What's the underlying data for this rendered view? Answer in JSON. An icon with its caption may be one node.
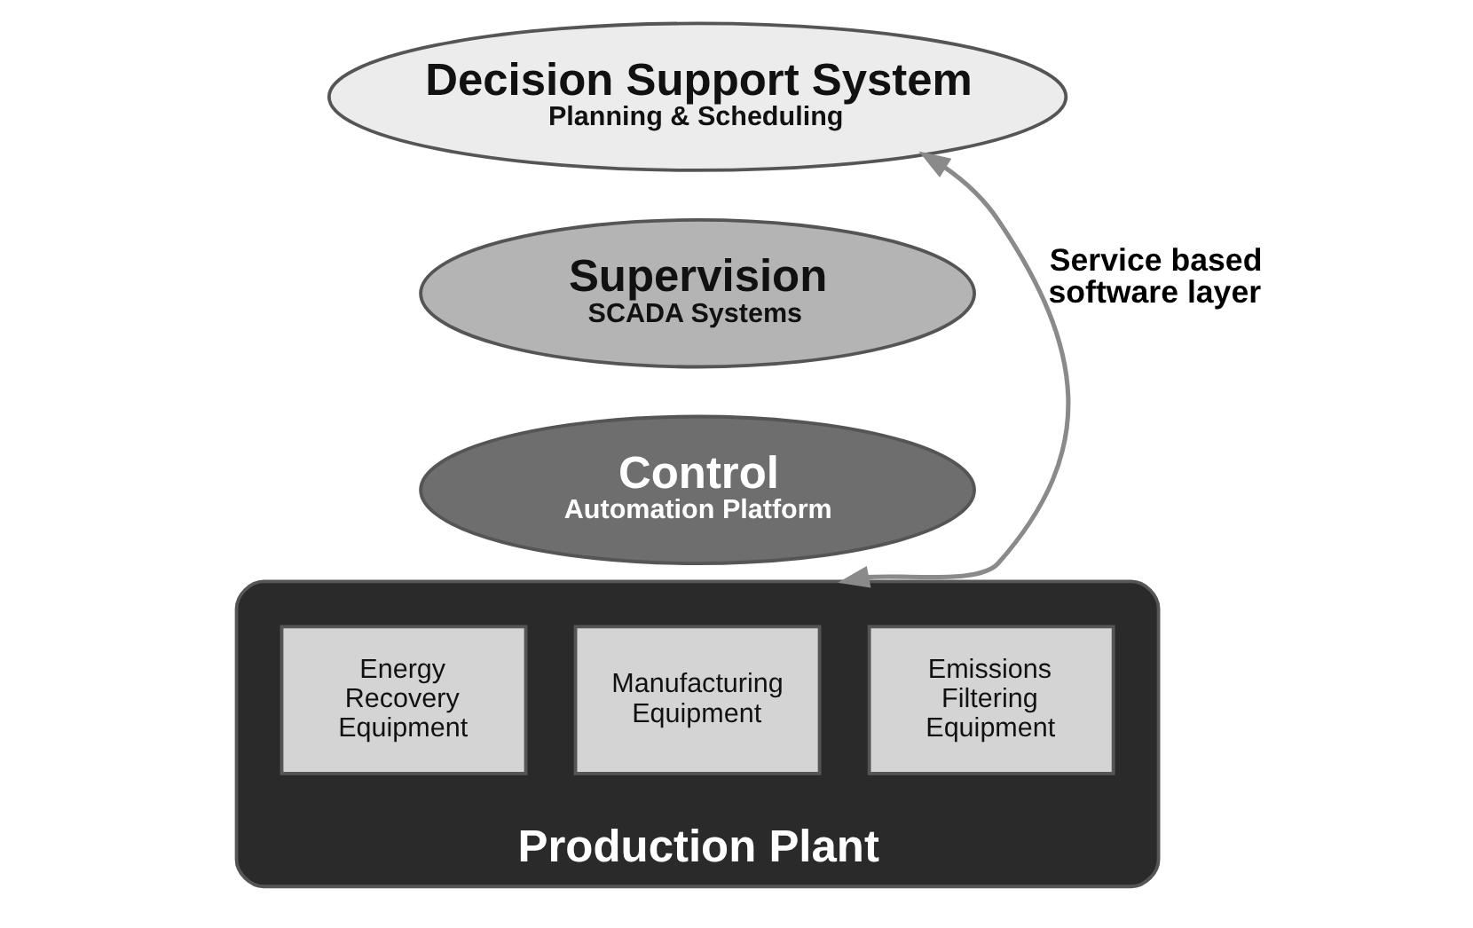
{
  "diagram": {
    "nodes": [
      {
        "text": [
          "Decision Support System",
          "Planning & Scheduling"
        ]
      },
      {
        "text": [
          "Supervision",
          "SCADA Systems"
        ]
      },
      {
        "text": [
          "Control",
          "Automation Platform"
        ]
      },
      {
        "text": [
          "Production Plant"
        ]
      },
      {
        "text": [
          "Energy Recovery Equipment"
        ],
        "in": 3
      },
      {
        "text": [
          "Manufacturing Equipment"
        ],
        "in": 3
      },
      {
        "text": [
          "Emissions Filtering Equipment"
        ],
        "in": 3
      }
    ],
    "edges": [
      {
        "from": 0,
        "to": 3,
        "arrow": "both",
        "label": "Service based software layer"
      }
    ]
  }
}
